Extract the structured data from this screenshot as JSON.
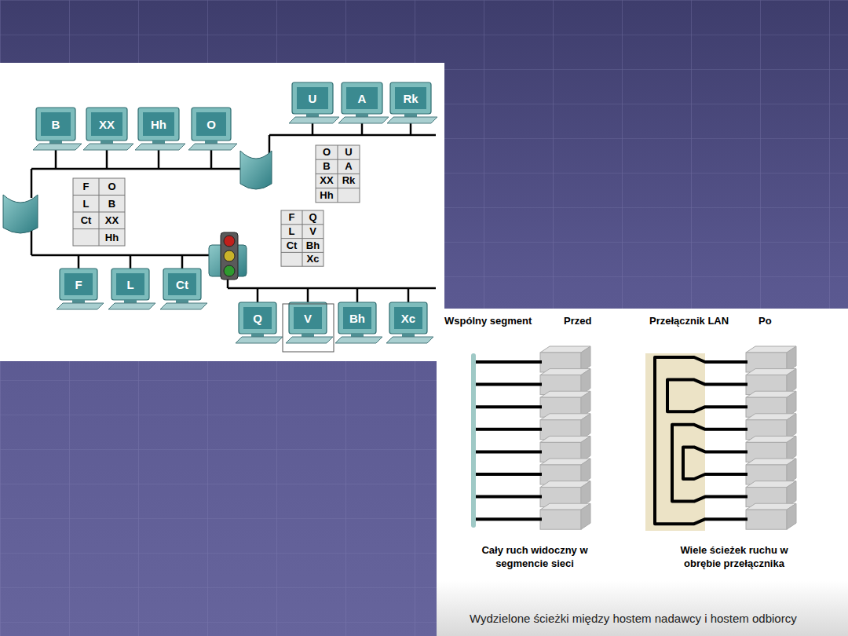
{
  "diagram": {
    "caption": "Wydzielone ścieżki między hostem nadawcy i hostem odbiorcy",
    "nodes": [
      {
        "text": [
          "U"
        ]
      },
      {
        "text": [
          "A"
        ]
      },
      {
        "text": [
          "Rk"
        ]
      },
      {
        "text": [
          "B"
        ]
      },
      {
        "text": [
          "XX"
        ]
      },
      {
        "text": [
          "Hh"
        ]
      },
      {
        "text": [
          "O"
        ]
      },
      {
        "text": [
          "F"
        ]
      },
      {
        "text": [
          "L"
        ]
      },
      {
        "text": [
          "Ct"
        ]
      },
      {
        "text": [
          "Q"
        ]
      },
      {
        "text": [
          "V"
        ]
      },
      {
        "text": [
          "Bh"
        ]
      },
      {
        "text": [
          "Xc"
        ]
      }
    ],
    "labels": [
      "O",
      "U",
      "B",
      "A",
      "XX",
      "Rk",
      "Hh",
      "F",
      "O",
      "L",
      "B",
      "Ct",
      "XX",
      "Hh",
      "F",
      "Q",
      "L",
      "V",
      "Ct",
      "Bh",
      "Xc",
      "Wspólny segment",
      "Przed",
      "Przełącznik LAN",
      "Po",
      "Cały ruch widoczny w segmencie sieci",
      "Wiele ścieżek ruchu w obrębie przełącznika"
    ]
  }
}
